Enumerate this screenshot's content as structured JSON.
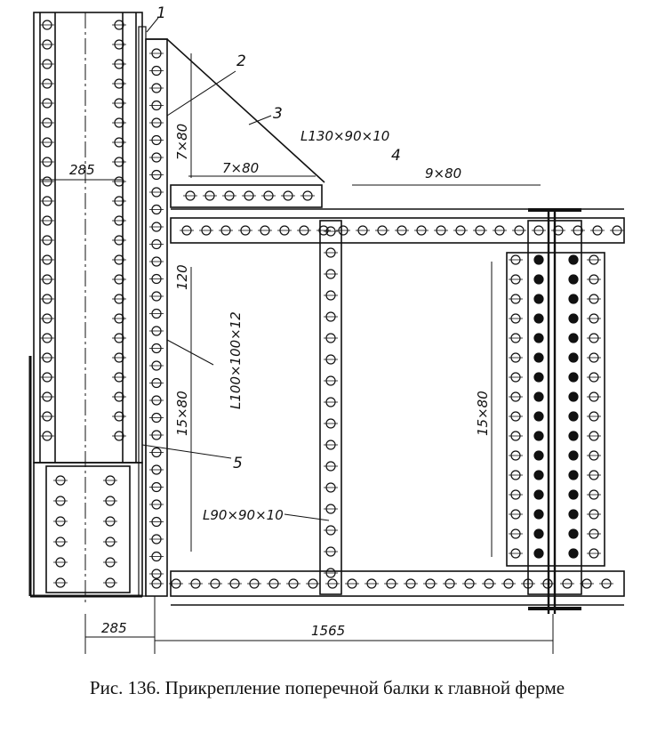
{
  "labels": {
    "callout_1": "1",
    "callout_2": "2",
    "callout_3": "3",
    "callout_4": "4",
    "callout_5": "5",
    "angle_top": "L130×90×10",
    "angle_vertical": "L100×100×12",
    "angle_small": "L90×90×10"
  },
  "dimensions": {
    "col_width": "285",
    "bottom_left": "285",
    "bottom_total": "1565",
    "pitch_vertical_top": "7×80",
    "pitch_horizontal_top": "7×80",
    "pitch_top_right": "9×80",
    "pitch_vertical_main": "15×80",
    "pitch_right_plate": "15×80",
    "gap": "120"
  },
  "caption": {
    "figure": "Рис. 136.",
    "text": "Прикрепление поперечной балки к главной ферме"
  },
  "colors": {
    "line": "#111111",
    "paper": "#ffffff"
  }
}
